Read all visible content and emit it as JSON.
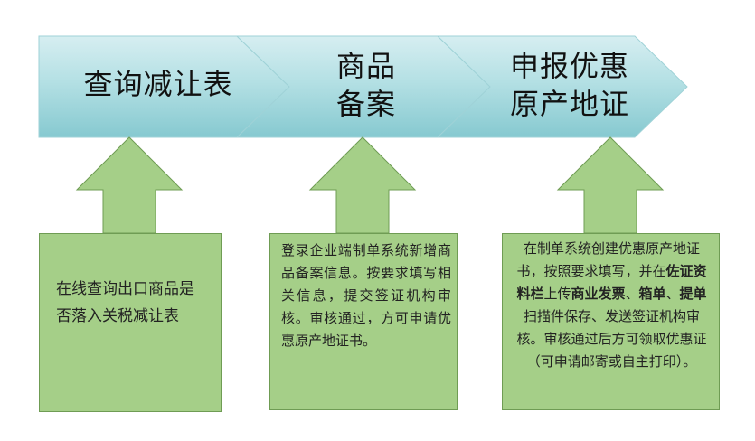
{
  "steps": [
    {
      "lines": [
        "查询减让表"
      ]
    },
    {
      "lines": [
        "商品",
        "备案"
      ]
    },
    {
      "lines": [
        "申报优惠",
        "原产地证"
      ]
    }
  ],
  "details": [
    {
      "text": "在线查询出口商品是否落入关税减让表"
    },
    {
      "text": "登录企业端制单系统新增商品备案信息。按要求填写相关信息，提交签证机构审核。审核通过，方可申请优惠原产地证书。"
    },
    {
      "segments": [
        {
          "text": "在制单系统创建优惠原产地证书，按照要求填写，并在",
          "bold": false
        },
        {
          "text": "佐证资料栏",
          "bold": true
        },
        {
          "text": "上传",
          "bold": false
        },
        {
          "text": "商业发票",
          "bold": true
        },
        {
          "text": "、",
          "bold": false
        },
        {
          "text": "箱单",
          "bold": true
        },
        {
          "text": "、",
          "bold": false
        },
        {
          "text": "提单",
          "bold": true
        },
        {
          "text": "扫描件保存、发送签证机构审核。审核通过后方可领取优惠证（可申请邮寄或自主打印）。",
          "bold": false
        }
      ]
    }
  ],
  "colors": {
    "banner_top": "#d6eef1",
    "banner_mid": "#a8dbe0",
    "banner_bottom": "#86c9d0",
    "arrow_fill": "#a5cf88",
    "arrow_stroke": "#6f9c54"
  }
}
